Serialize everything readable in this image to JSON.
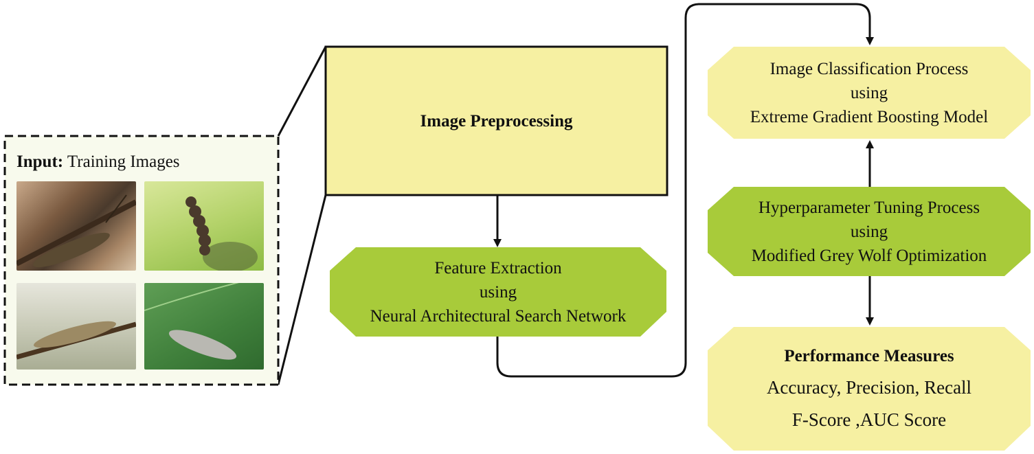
{
  "input": {
    "label_bold": "Input:",
    "label_rest": " Training Images",
    "images": [
      {
        "name": "grasshopper-image"
      },
      {
        "name": "caterpillar-image"
      },
      {
        "name": "locust-image"
      },
      {
        "name": "larva-image"
      }
    ]
  },
  "nodes": {
    "preprocessing": {
      "title": "Image Preprocessing"
    },
    "feature": {
      "line1": "Feature Extraction",
      "line2": "using",
      "line3": "Neural Architectural Search Network"
    },
    "classification": {
      "line1": "Image Classification Process",
      "line2": "using",
      "line3": "Extreme Gradient Boosting Model"
    },
    "tuning": {
      "line1": "Hyperparameter Tuning Process",
      "line2": "using",
      "line3": "Modified Grey Wolf Optimization"
    },
    "performance": {
      "title": "Performance Measures",
      "line1": "Accuracy, Precision, Recall",
      "line2": "F-Score ,AUC Score"
    }
  },
  "colors": {
    "light_yellow": "#f6f0a2",
    "lime_green": "#a8cb3a",
    "input_bg": "#f8faed",
    "stroke": "#111111"
  }
}
